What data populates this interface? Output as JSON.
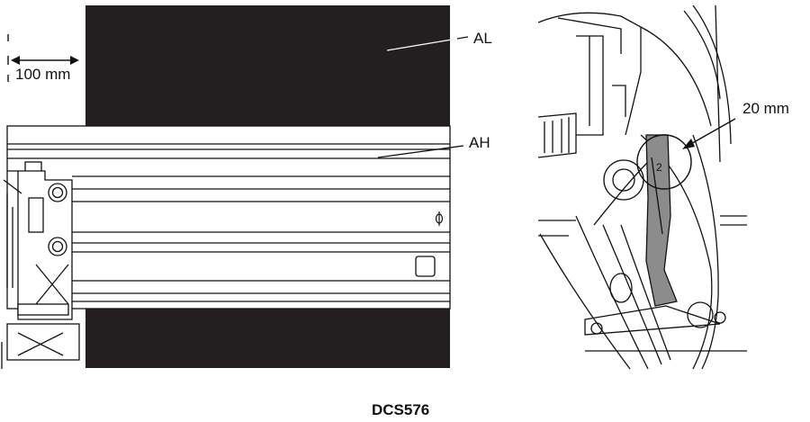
{
  "labels": {
    "distance": "100 mm",
    "al": "AL",
    "ah": "AH",
    "cut_depth": "20 mm",
    "model": "DCS576"
  },
  "colors": {
    "ink": "#111111",
    "material": "#231f20",
    "rail_fill": "#ffffff",
    "blade_grey": "#8c8c8c",
    "background": "#ffffff"
  }
}
